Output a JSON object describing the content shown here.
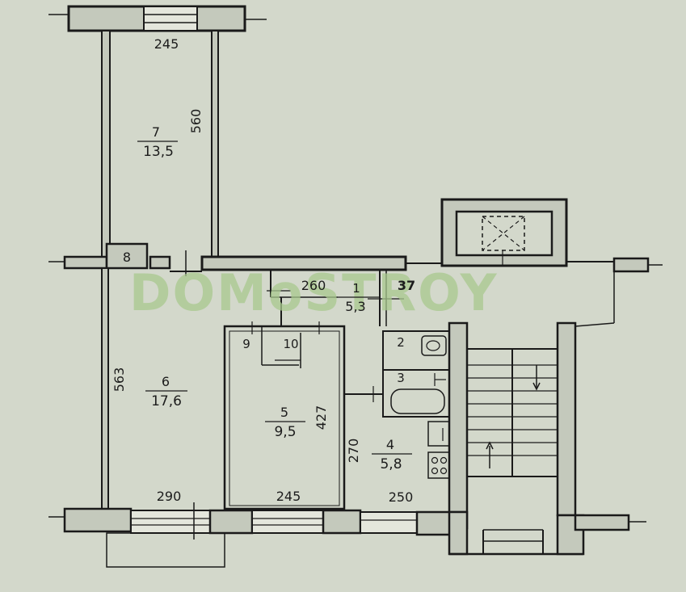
{
  "watermark": {
    "text": "DOMoSTROY",
    "color": "#a9c98e"
  },
  "colors": {
    "background": "#d3d8cb",
    "wall": "#1a1a1a",
    "wall_fill": "#c4c9bc"
  },
  "rooms": [
    {
      "number": "7",
      "area": "13,5"
    },
    {
      "number": "8",
      "area": ""
    },
    {
      "number": "1",
      "area": "5,3"
    },
    {
      "number": "9",
      "area": ""
    },
    {
      "number": "10",
      "area": ""
    },
    {
      "number": "2",
      "area": ""
    },
    {
      "number": "3",
      "area": ""
    },
    {
      "number": "6",
      "area": "17,6"
    },
    {
      "number": "5",
      "area": "9,5"
    },
    {
      "number": "4",
      "area": "5,8"
    }
  ],
  "dimensions": {
    "top_245": "245",
    "side_560": "560",
    "mid_260": "260",
    "mid_37": "37",
    "side_563": "563",
    "side_427": "427",
    "side_270": "270",
    "bottom_290": "290",
    "bottom_245": "245",
    "bottom_250": "250"
  }
}
